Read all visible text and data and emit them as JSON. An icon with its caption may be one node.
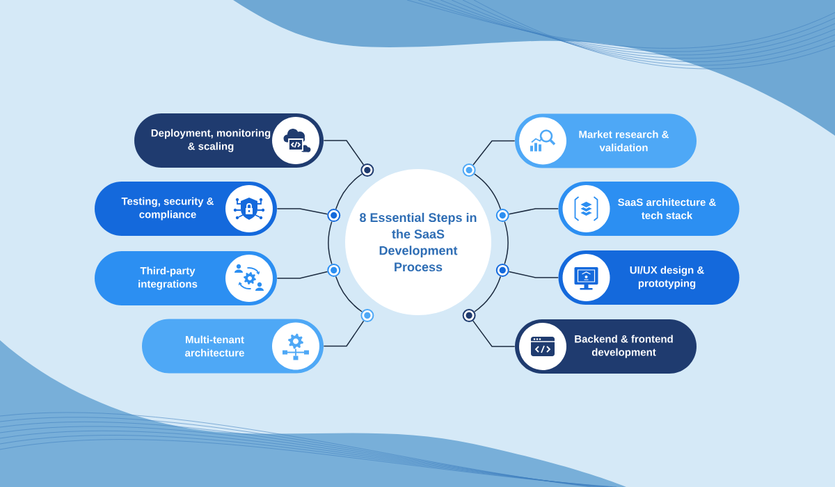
{
  "diagram": {
    "nodes": [
      {
        "text": [
          "8 Essential Steps in the SaaS Development Process"
        ]
      },
      {
        "text": [
          "Deployment, monitoring & scaling"
        ]
      },
      {
        "text": [
          "Market research & validation"
        ]
      },
      {
        "text": [
          "Testing, security & compliance"
        ]
      },
      {
        "text": [
          "SaaS architecture & tech stack"
        ]
      },
      {
        "text": [
          "Third-party integrations"
        ]
      },
      {
        "text": [
          "UI/UX design & prototyping"
        ]
      },
      {
        "text": [
          "Multi-tenant architecture"
        ]
      },
      {
        "text": [
          "Backend & frontend development"
        ]
      },
      {
        "text": [],
        "shape": "circle"
      },
      {
        "text": [],
        "shape": "circle"
      },
      {
        "text": [],
        "shape": "circle"
      },
      {
        "text": [],
        "shape": "circle"
      },
      {
        "text": [],
        "shape": "circle"
      },
      {
        "text": [],
        "shape": "circle"
      },
      {
        "text": [],
        "shape": "circle"
      },
      {
        "text": [],
        "shape": "circle"
      }
    ],
    "edges": [
      {
        "from": 1,
        "to": 9,
        "arrow": "none"
      },
      {
        "from": 2,
        "to": 10,
        "arrow": "none"
      },
      {
        "from": 3,
        "to": 11,
        "arrow": "none"
      },
      {
        "from": 4,
        "to": 12,
        "arrow": "none"
      },
      {
        "from": 5,
        "to": 13,
        "arrow": "none"
      },
      {
        "from": 6,
        "to": 14,
        "arrow": "none"
      },
      {
        "from": 7,
        "to": 15,
        "arrow": "none"
      },
      {
        "from": 8,
        "to": 16,
        "arrow": "none"
      },
      {
        "from": 9,
        "to": 11,
        "arrow": "none"
      },
      {
        "from": 11,
        "to": 13,
        "arrow": "none"
      },
      {
        "from": 13,
        "to": 15,
        "arrow": "none"
      },
      {
        "from": 10,
        "to": 12,
        "arrow": "none"
      },
      {
        "from": 12,
        "to": 14,
        "arrow": "none"
      },
      {
        "from": 14,
        "to": 16,
        "arrow": "none"
      }
    ]
  }
}
